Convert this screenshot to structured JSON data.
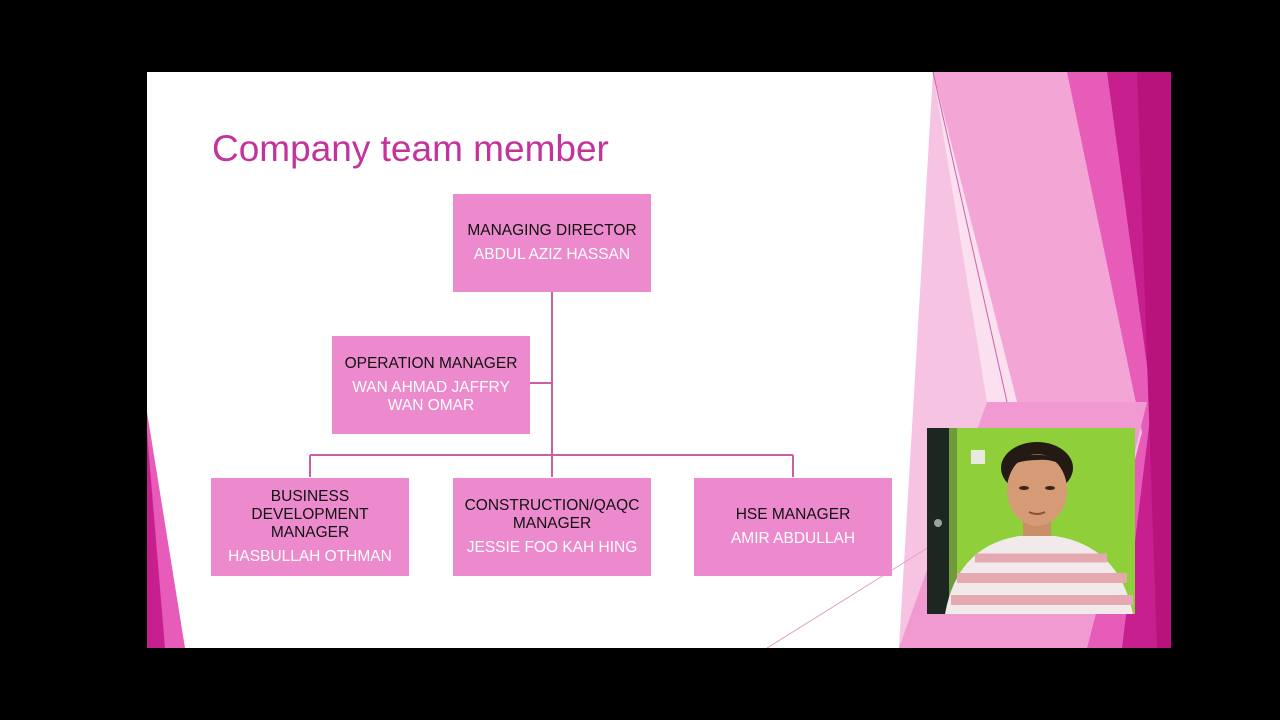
{
  "slide": {
    "title": "Company team member"
  },
  "org_chart": {
    "nodes": [
      {
        "id": "managing-director",
        "role": "MANAGING DIRECTOR",
        "name": "ABDUL AZIZ HASSAN"
      },
      {
        "id": "operation-manager",
        "role": "OPERATION MANAGER",
        "name": "WAN AHMAD JAFFRY WAN OMAR"
      },
      {
        "id": "business-development-manager",
        "role": "BUSINESS DEVELOPMENT MANAGER",
        "name": "HASBULLAH OTHMAN"
      },
      {
        "id": "construction-qaqc-manager",
        "role": "CONSTRUCTION/QAQC MANAGER",
        "name": "JESSIE FOO KAH HING"
      },
      {
        "id": "hse-manager",
        "role": "HSE MANAGER",
        "name": "AMIR ABDULLAH"
      }
    ],
    "relations": [
      {
        "from": "managing-director",
        "to": "operation-manager",
        "type": "assistant"
      },
      {
        "from": "managing-director",
        "to": "business-development-manager",
        "type": "subordinate"
      },
      {
        "from": "managing-director",
        "to": "construction-qaqc-manager",
        "type": "subordinate"
      },
      {
        "from": "managing-director",
        "to": "hse-manager",
        "type": "subordinate"
      }
    ]
  },
  "colors": {
    "title": "#c3339b",
    "node_fill": "#ec8acd",
    "node_role_text": "#111111",
    "node_name_text": "#ffffff",
    "connector": "#c9609f",
    "accent_light": "#f3a6d6",
    "accent_mid": "#e65cb8",
    "accent_dark": "#b8127c"
  },
  "overlays": {
    "webcam": {
      "description": "presenter webcam feed"
    }
  }
}
